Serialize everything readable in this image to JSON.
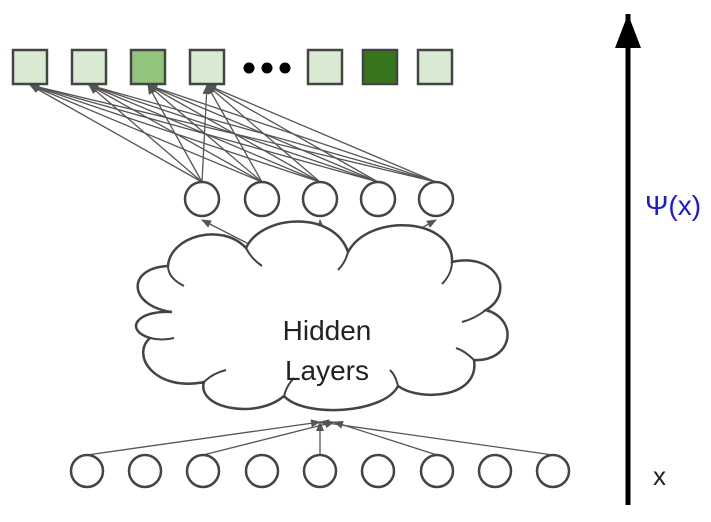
{
  "cloud_label": {
    "line1": "Hidden",
    "line2": "Layers"
  },
  "side_axis": {
    "top_label": "Ψ(x)",
    "bottom_label": "x"
  },
  "output_squares": [
    {
      "intensity": "light"
    },
    {
      "intensity": "light"
    },
    {
      "intensity": "medium"
    },
    {
      "intensity": "light"
    },
    {
      "intensity": "light"
    },
    {
      "intensity": "dark"
    },
    {
      "intensity": "light"
    }
  ],
  "ellipsis_dots": 3,
  "colors": {
    "square_light": "#d9ead3",
    "square_medium": "#93c47d",
    "square_dark": "#38761d",
    "stroke": "#444444",
    "edge": "#555555",
    "psi_label": "#1a1adb",
    "axis_arrow": "#000000"
  },
  "counts": {
    "embedding_nodes": 5,
    "input_nodes": 9
  }
}
